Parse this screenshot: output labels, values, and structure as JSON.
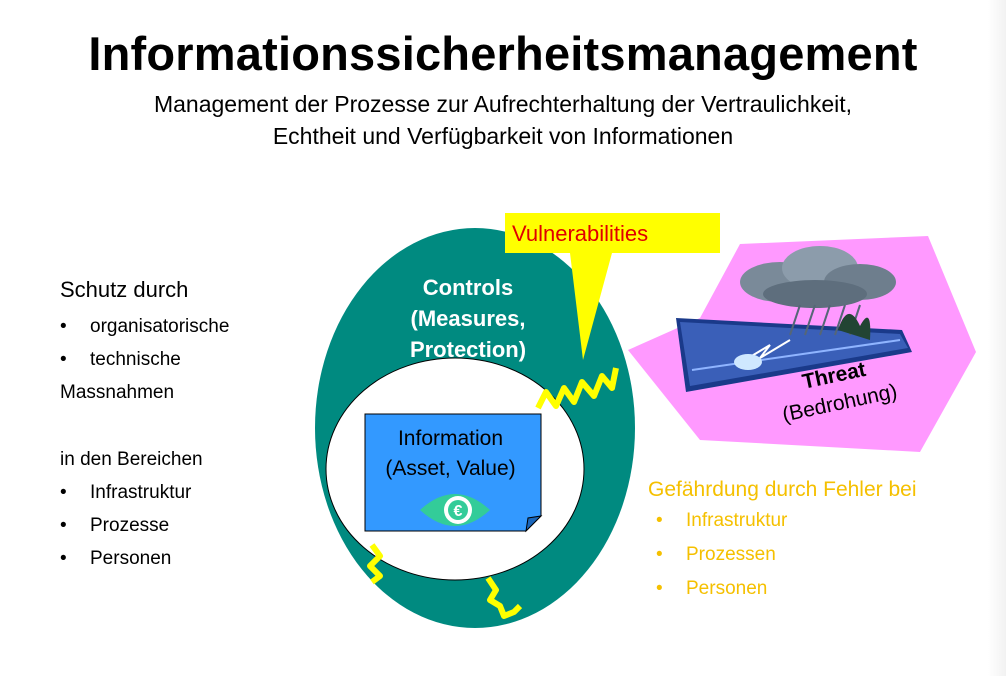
{
  "header": {
    "title": "Informationssicherheitsmanagement",
    "subtitle_line1": "Management der Prozesse zur Aufrechterhaltung der Vertraulichkeit,",
    "subtitle_line2": "Echtheit und Verfügbarkeit von Informationen"
  },
  "left_panel": {
    "heading": "Schutz durch",
    "protection_items": [
      "organisatorische",
      "technische"
    ],
    "measures_label": "Massnahmen",
    "areas_heading": "in den Bereichen",
    "area_items": [
      "Infrastruktur",
      "Prozesse",
      "Personen"
    ]
  },
  "diagram": {
    "vulnerabilities_label": "Vulnerabilities",
    "controls_line1": "Controls",
    "controls_line2": "(Measures,",
    "controls_line3": "Protection)",
    "information_line1": "Information",
    "information_line2": "(Asset, Value)",
    "threat_label": "Threat",
    "threat_sublabel": "(Bedrohung)",
    "currency_icon": "euro-eye-icon"
  },
  "right_panel": {
    "heading": "Gefährdung durch Fehler bei",
    "items": [
      "Infrastruktur",
      "Prozessen",
      "Personen"
    ]
  },
  "colors": {
    "ring": "#008a80",
    "callout": "#ffff00",
    "vulnerability_text": "#e00000",
    "information_box": "#3399ff",
    "threat_shape": "#ff99ff",
    "right_text": "#f5c000",
    "zigzag": "#ffff00"
  }
}
